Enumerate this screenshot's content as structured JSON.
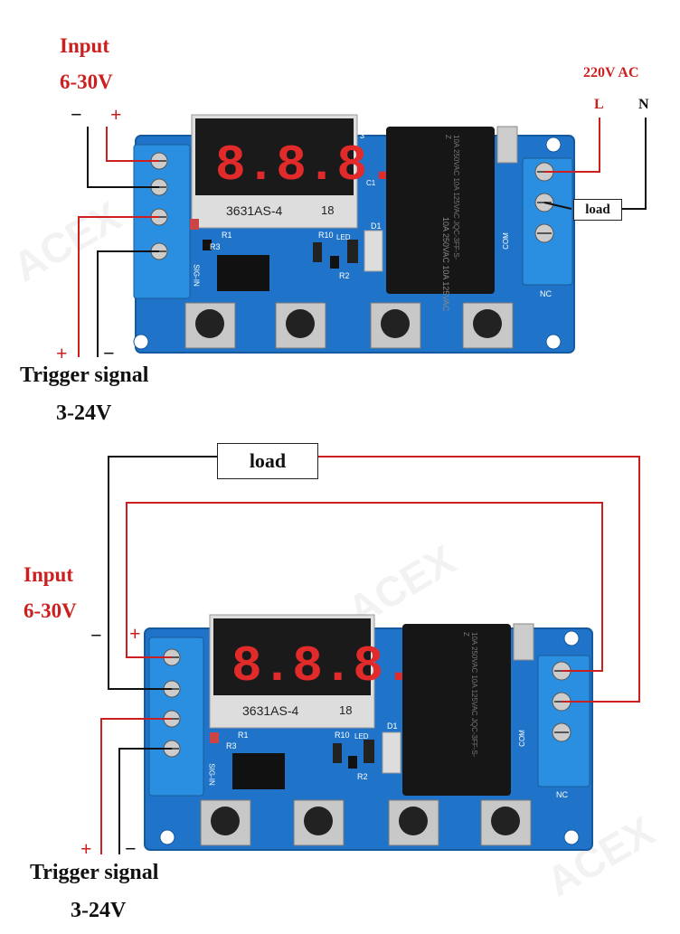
{
  "diagram1": {
    "input_title": "Input",
    "input_voltage": "6-30V",
    "minus": "−",
    "plus": "+",
    "ac_label": "220V AC",
    "live": "L",
    "neutral": "N",
    "load": "load",
    "trigger_title": "Trigger signal",
    "trigger_voltage": "3-24V",
    "display_model": "3631AS-4",
    "display_code": "18",
    "relay_text": "10A 250VAC 10A 125VAC JQC-3FF-S-Z",
    "label_com": "COM",
    "label_nc": "NC",
    "silk_r1": "R1",
    "silk_r2": "R2",
    "silk_r3": "R3",
    "silk_r10": "R10",
    "silk_d1": "D1",
    "silk_led": "LED",
    "silk_sig": "SIG-IN",
    "silk_c1": "C1",
    "silk_3": "3"
  },
  "diagram2": {
    "load": "load",
    "input_title": "Input",
    "input_voltage": "6-30V",
    "minus": "−",
    "plus": "+",
    "trigger_title": "Trigger signal",
    "trigger_voltage": "3-24V",
    "display_model": "3631AS-4",
    "display_code": "18",
    "relay_text": "10A 250VAC 10A 125VAC JQC-3FF-S-Z",
    "label_com": "COM",
    "label_nc": "NC",
    "silk_r1": "R1",
    "silk_r2": "R2",
    "silk_r3": "R3",
    "silk_r10": "R10",
    "silk_d1": "D1",
    "silk_led": "LED",
    "silk_sig": "SIG-IN"
  },
  "watermark": "ACEX",
  "colors": {
    "wire_red": "#cc1f1f",
    "wire_black": "#111111",
    "pcb_blue": "#1f74c9",
    "terminal_blue": "#2a8fe0",
    "relay_black": "#161616",
    "display_digit": "#e12a2a"
  }
}
